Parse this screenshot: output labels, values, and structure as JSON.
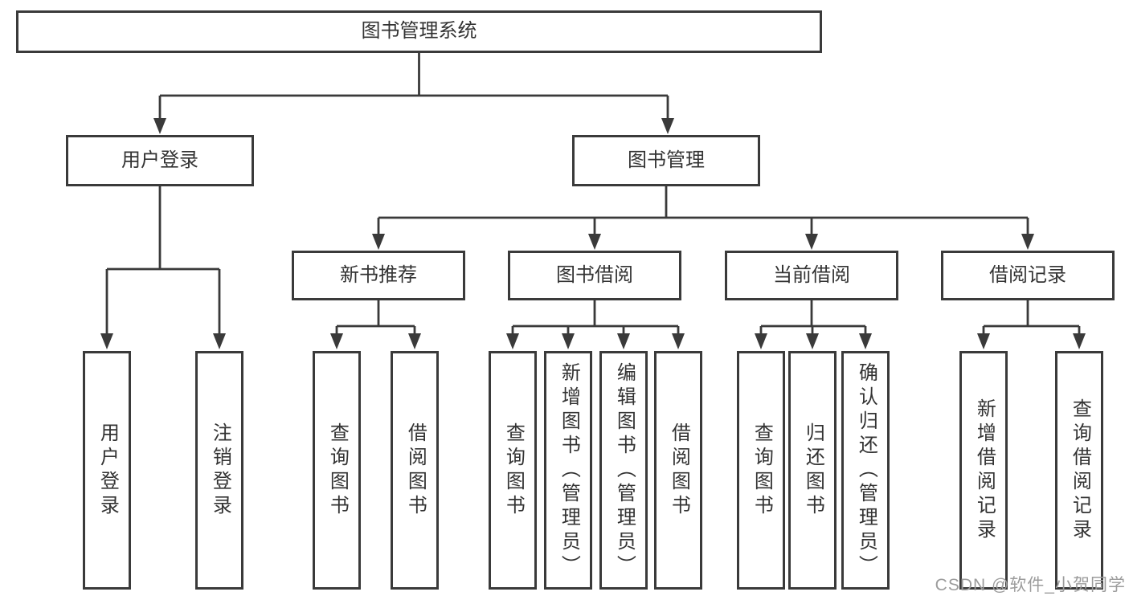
{
  "nodes": {
    "root": {
      "label": "图书管理系统"
    },
    "user_login": {
      "label": "用户登录"
    },
    "book_mgmt": {
      "label": "图书管理"
    },
    "new_book_rec": {
      "label": "新书推荐"
    },
    "book_borrow": {
      "label": "图书借阅"
    },
    "current_borrow": {
      "label": "当前借阅"
    },
    "borrow_record": {
      "label": "借阅记录"
    },
    "leaves": {
      "login": {
        "label": "用户登录"
      },
      "logout": {
        "label": "注销登录"
      },
      "rec_query": {
        "label": "查询图书"
      },
      "rec_borrow": {
        "label": "借阅图书"
      },
      "bb_query": {
        "label": "查询图书"
      },
      "bb_add": {
        "label": "新增图书（管理员）"
      },
      "bb_edit": {
        "label": "编辑图书（管理员）"
      },
      "bb_borrow": {
        "label": "借阅图书"
      },
      "cb_query": {
        "label": "查询图书"
      },
      "cb_return": {
        "label": "归还图书"
      },
      "cb_confirm": {
        "label": "确认归还（管理员）"
      },
      "br_add": {
        "label": "新增借阅记录"
      },
      "br_query": {
        "label": "查询借阅记录"
      }
    }
  },
  "watermark": {
    "text": "CSDN @软件_小贺同学"
  },
  "colors": {
    "line": "#3a3a3a",
    "text": "#333333",
    "watermark": "#9c9c9c",
    "background": "#ffffff"
  }
}
